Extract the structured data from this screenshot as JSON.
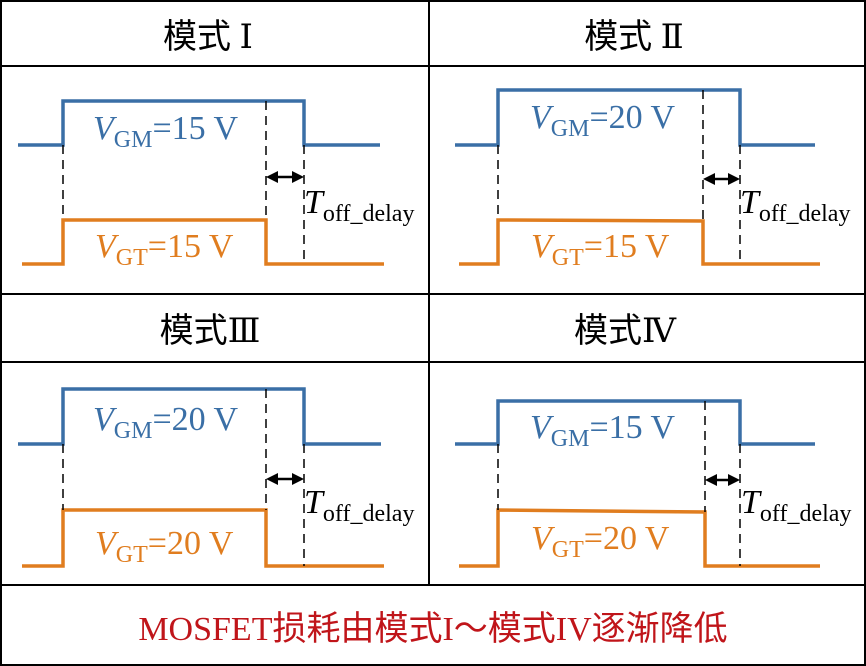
{
  "colors": {
    "gm_wave": "#3a6fa6",
    "gt_wave": "#e07d1f",
    "footer_text": "#c0151a",
    "border": "#000000"
  },
  "modes": [
    {
      "title": "模式 Ⅰ",
      "gm_letter": "V",
      "gm_sub": "GM",
      "gm_value": "=15 V",
      "gt_letter": "V",
      "gt_sub": "GT",
      "gt_value": "=15 V",
      "t_letter": "T",
      "t_sub": "off_delay"
    },
    {
      "title": "模式 Ⅱ",
      "gm_letter": "V",
      "gm_sub": "GM",
      "gm_value": "=20 V",
      "gt_letter": "V",
      "gt_sub": "GT",
      "gt_value": "=15 V",
      "t_letter": "T",
      "t_sub": "off_delay"
    },
    {
      "title": "模式Ⅲ",
      "gm_letter": "V",
      "gm_sub": "GM",
      "gm_value": "=20 V",
      "gt_letter": "V",
      "gt_sub": "GT",
      "gt_value": "=20 V",
      "t_letter": "T",
      "t_sub": "off_delay"
    },
    {
      "title": "模式Ⅳ",
      "gm_letter": "V",
      "gm_sub": "GM",
      "gm_value": "=15 V",
      "gt_letter": "V",
      "gt_sub": "GT",
      "gt_value": "=20 V",
      "t_letter": "T",
      "t_sub": "off_delay"
    }
  ],
  "footer": "MOSFET损耗由模式I～模式IV逐渐降低"
}
